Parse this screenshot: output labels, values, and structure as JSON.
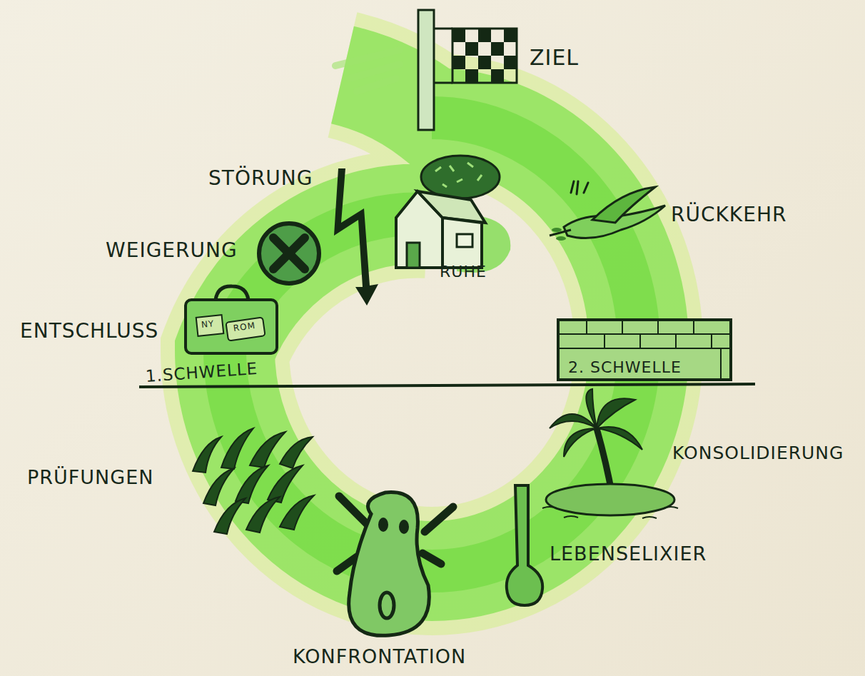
{
  "diagram": {
    "labels": [
      "ZIEL",
      "STÖRUNG",
      "RÜCKKEHR",
      "WEIGERUNG",
      "RUHE",
      "NY",
      "ROM",
      "ENTSCHLUSS",
      "1.SCHWELLE",
      "2. SCHWELLE",
      "KONSOLIDIERUNG",
      "PRÜFUNGEN",
      "LEBENSELIXIER",
      "KONFRONTATION"
    ]
  }
}
